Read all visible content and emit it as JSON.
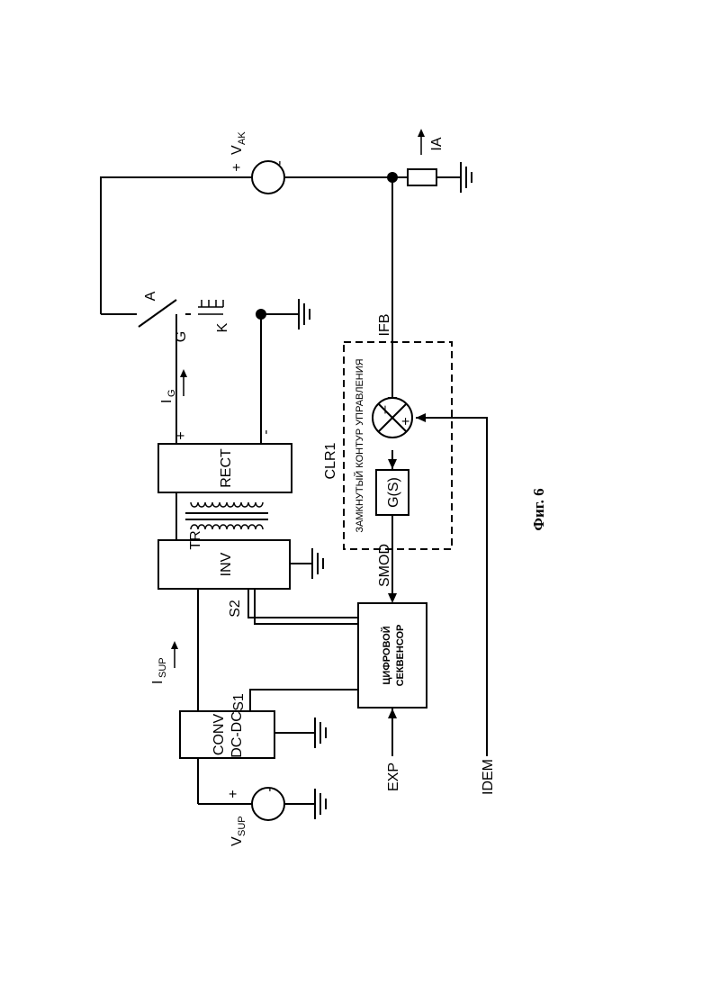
{
  "blocks": {
    "conv_line1": "CONV",
    "conv_line2": "DC-DC",
    "inv": "INV",
    "rect": "RECT",
    "sequencer_line1": "ЦИФРОВОЙ",
    "sequencer_line2": "СЕКВЕНСОР",
    "gs": "G(S)",
    "clr_name": "CLR1",
    "clr_desc": "ЗАМКНУТЫЙ КОНТУР УПРАВЛЕНИЯ"
  },
  "labels": {
    "v_sup_main": "V",
    "v_sup_sub": "SUP",
    "v_ak_main": "V",
    "v_ak_sub": "AK",
    "i_sup_main": "I",
    "i_sup_sub": "SUP",
    "i_g_main": "I",
    "i_g_sub": "G",
    "i_a": "IA",
    "tr": "TR",
    "s1": "S1",
    "s2": "S2",
    "smod": "SMOD",
    "ifb": "IFB",
    "exp": "EXP",
    "idem": "IDEM",
    "anode": "A",
    "grid": "G",
    "cathode": "K",
    "plus": "+",
    "minus": "–",
    "minus_short": "-"
  },
  "caption": "Фиг. 6"
}
